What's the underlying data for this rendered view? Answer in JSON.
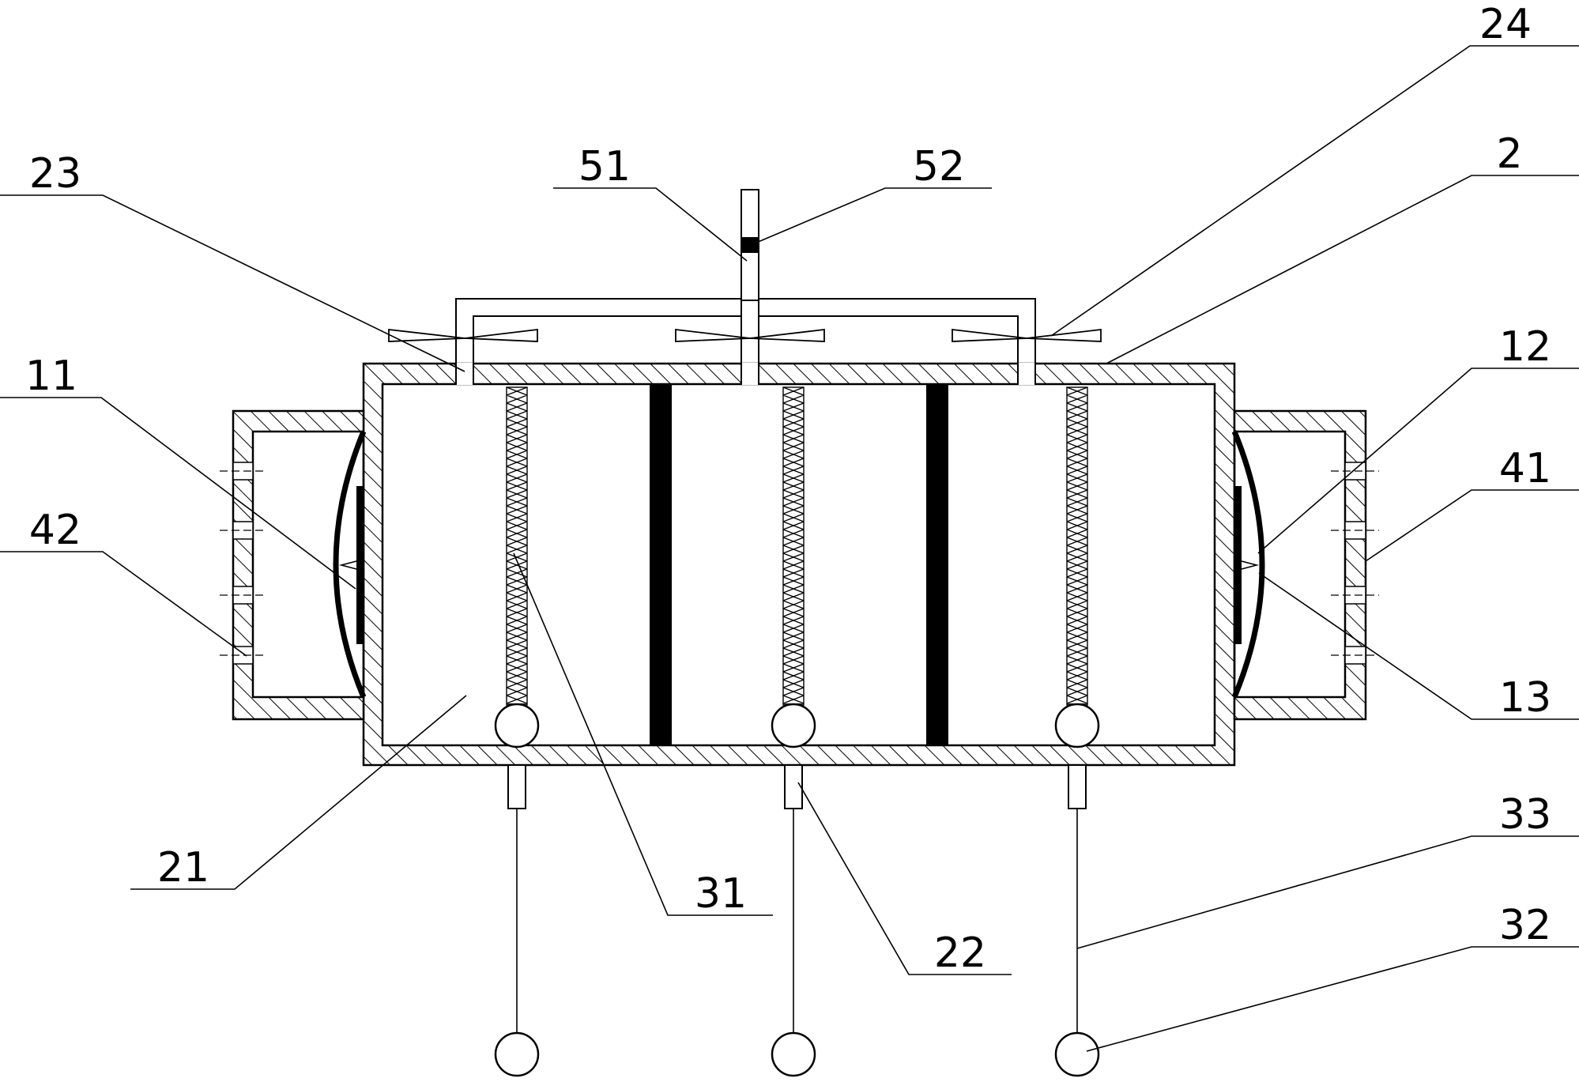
{
  "labels": {
    "l24": "24",
    "l2": "2",
    "l23": "23",
    "l51": "51",
    "l52": "52",
    "l11": "11",
    "l12": "12",
    "l42": "42",
    "l41": "41",
    "l13": "13",
    "l33": "33",
    "l21": "21",
    "l31": "31",
    "l22": "22",
    "l32": "32"
  }
}
